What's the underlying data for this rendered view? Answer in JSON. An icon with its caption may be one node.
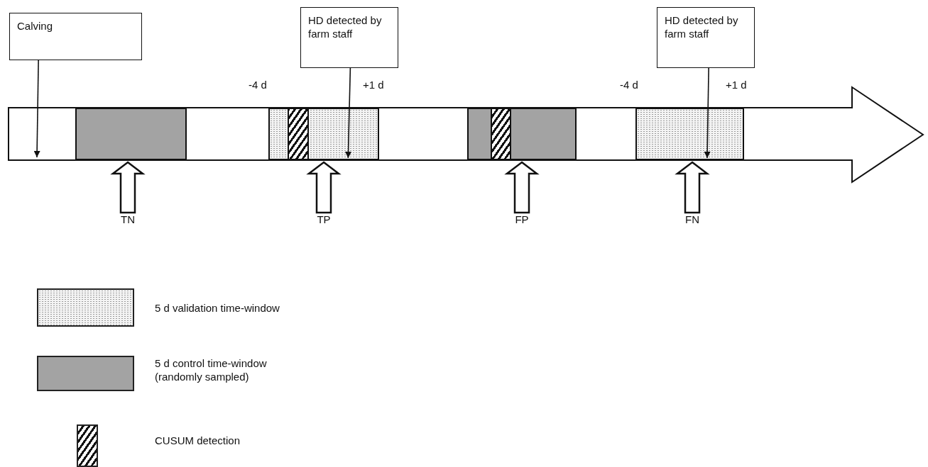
{
  "diagram": {
    "nodes": [
      {
        "text": [
          "Calving"
        ]
      },
      {
        "text": [
          "HD detected by farm staff"
        ]
      },
      {
        "text": [
          "HD detected by farm staff"
        ]
      },
      {
        "text": [],
        "shape": "arrow"
      },
      {
        "text": [],
        "shape": "box",
        "in": 3
      },
      {
        "text": [],
        "shape": "box",
        "in": 3,
        "beside": [
          "-4 d",
          "+1 d"
        ]
      },
      {
        "text": [],
        "shape": "bar",
        "in": 5
      },
      {
        "text": [],
        "shape": "box",
        "in": 3
      },
      {
        "text": [],
        "shape": "bar",
        "in": 7
      },
      {
        "text": [],
        "shape": "box",
        "in": 3,
        "beside": [
          "-4 d",
          "+1 d"
        ]
      },
      {
        "text": [
          "TN"
        ]
      },
      {
        "text": [
          "TP"
        ]
      },
      {
        "text": [
          "FP"
        ]
      },
      {
        "text": [
          "FN"
        ]
      }
    ],
    "edges": [
      {
        "from": 0,
        "to": 3,
        "arrow": "to"
      },
      {
        "from": 1,
        "to": 5,
        "arrow": "to"
      },
      {
        "from": 2,
        "to": 9,
        "arrow": "to"
      },
      {
        "from": 10,
        "to": 4,
        "arrow": "to",
        "style": "thick"
      },
      {
        "from": 11,
        "to": 5,
        "arrow": "to",
        "style": "thick"
      },
      {
        "from": 12,
        "to": 7,
        "arrow": "to",
        "style": "thick"
      },
      {
        "from": 13,
        "to": 9,
        "arrow": "to",
        "style": "thick"
      }
    ],
    "legend": [
      {
        "text": "5 d validation time-window"
      },
      {
        "text": "5 d control time-window (randomly sampled)",
        "color": "#a3a3a3"
      },
      {
        "text": "CUSUM detection"
      }
    ]
  }
}
